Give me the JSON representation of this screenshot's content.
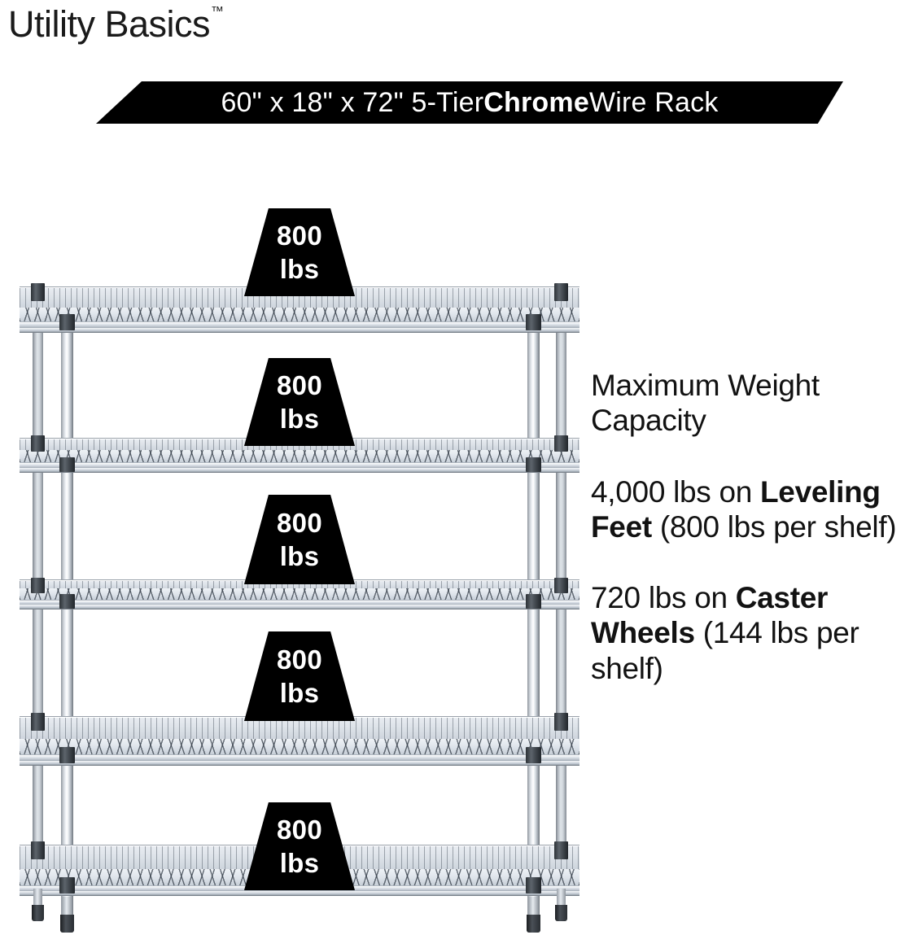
{
  "brand": {
    "name": "Utility Basics",
    "trademark": "™"
  },
  "banner": {
    "text_prefix": "60\" x 18\" x 72\" 5-Tier ",
    "text_bold": "Chrome",
    "text_suffix": " Wire Rack",
    "background_color": "#000000",
    "text_color": "#ffffff"
  },
  "copy": {
    "heading": "Maximum Weight Capacity",
    "leveling": {
      "prefix": "4,000 lbs on ",
      "bold": "Leveling Feet",
      "suffix": " (800 lbs per shelf)"
    },
    "caster": {
      "prefix": "720 lbs on ",
      "bold": "Caster Wheels",
      "suffix": " (144 lbs per shelf)"
    }
  },
  "product": {
    "type": "5-tier chrome wire shelving rack",
    "tier_count": 5,
    "finish_color": "#d8dde3"
  },
  "weight_labels": [
    {
      "value": "800",
      "unit": "lbs",
      "tier": 1
    },
    {
      "value": "800",
      "unit": "lbs",
      "tier": 2
    },
    {
      "value": "800",
      "unit": "lbs",
      "tier": 3
    },
    {
      "value": "800",
      "unit": "lbs",
      "tier": 4
    },
    {
      "value": "800",
      "unit": "lbs",
      "tier": 5
    }
  ]
}
